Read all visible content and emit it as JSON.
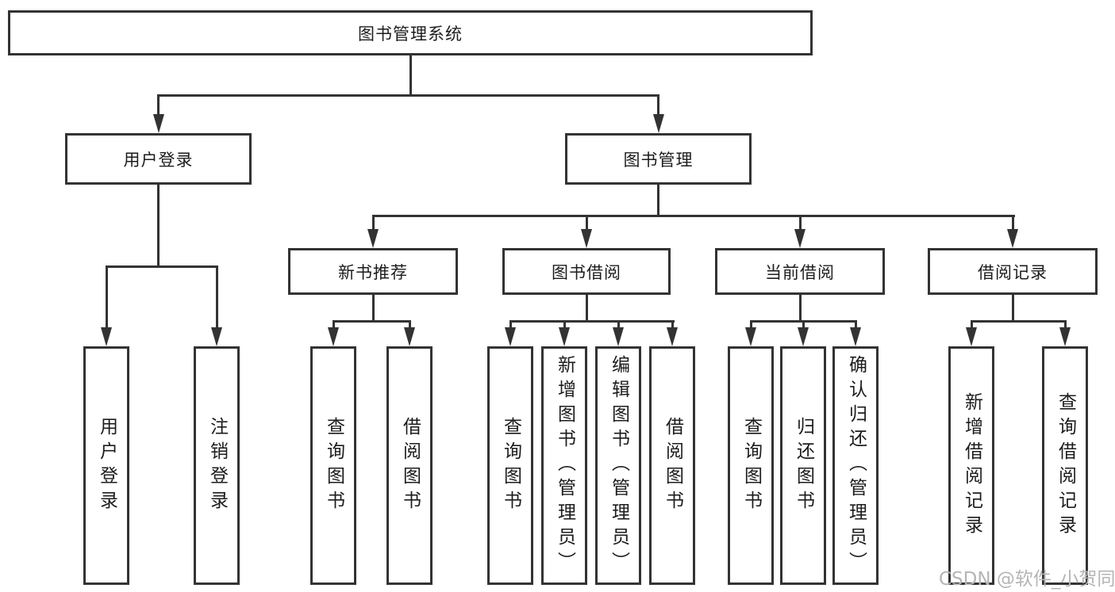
{
  "tree": {
    "root": {
      "label": "图书管理系统",
      "children": [
        {
          "label": "用户登录",
          "children": [
            {
              "label": "用户登录"
            },
            {
              "label": "注销登录"
            }
          ]
        },
        {
          "label": "图书管理",
          "children": [
            {
              "label": "新书推荐",
              "children": [
                {
                  "label": "查询图书"
                },
                {
                  "label": "借阅图书"
                }
              ]
            },
            {
              "label": "图书借阅",
              "children": [
                {
                  "label": "查询图书"
                },
                {
                  "label": "新增图书（管理员）"
                },
                {
                  "label": "编辑图书（管理员）"
                },
                {
                  "label": "借阅图书"
                }
              ]
            },
            {
              "label": "当前借阅",
              "children": [
                {
                  "label": "查询图书"
                },
                {
                  "label": "归还图书"
                },
                {
                  "label": "确认归还（管理员）"
                }
              ]
            },
            {
              "label": "借阅记录",
              "children": [
                {
                  "label": "新增借阅记录"
                },
                {
                  "label": "查询借阅记录"
                }
              ]
            }
          ]
        }
      ]
    }
  },
  "watermark": "CSDN @软件_小贺同学",
  "colors": {
    "line": "#333333",
    "text": "#1c1c1c",
    "watermark": "#b5b5b5"
  }
}
